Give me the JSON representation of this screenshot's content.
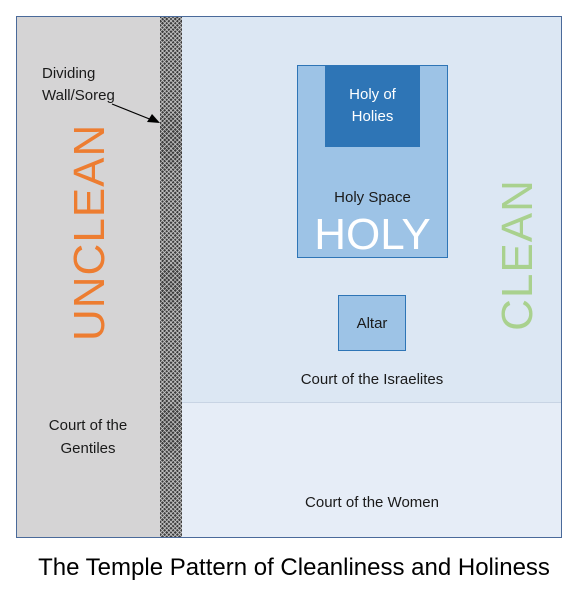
{
  "title": "The Temple Pattern of Cleanliness and Holiness",
  "labels": {
    "dividing_wall": "Dividing Wall/Soreg",
    "unclean": "UNCLEAN",
    "clean": "CLEAN",
    "holy_of_holies": "Holy of Holies",
    "holy_space": "Holy Space",
    "holy": "HOLY",
    "altar": "Altar",
    "court_israelites": "Court of the Israelites",
    "court_gentiles": "Court of the Gentiles",
    "court_women": "Court of the Women"
  },
  "colors": {
    "unclean": "#ed7d31",
    "clean": "#a9d18e",
    "holy_of_holies_fill": "#2e75b6",
    "holy_space_fill": "#9dc3e6",
    "clean_area": "#dce7f3",
    "gentiles_area": "#d5d4d5",
    "women_area": "#e6edf7"
  }
}
